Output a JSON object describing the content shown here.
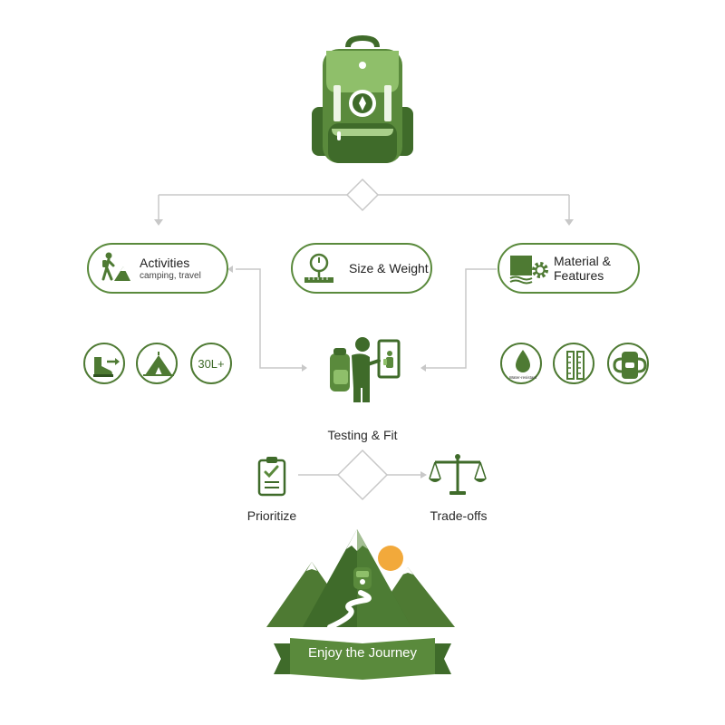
{
  "colors": {
    "primary_green": "#5a8a3c",
    "dark_green": "#3f6b2a",
    "light_green": "#8fbf6a",
    "connector_gray": "#c8c8c8",
    "sun_orange": "#f2a93b"
  },
  "categories": {
    "activities": {
      "title": "Activities",
      "subtitle": "camping, travel",
      "icon": "hiker-icon"
    },
    "size_weight": {
      "title": "Size & Weight",
      "icon": "scale-ruler-icon"
    },
    "material": {
      "title_line1": "Material &",
      "title_line2": "Features",
      "icon": "fabric-gear-icon"
    }
  },
  "activity_icons": [
    {
      "icon": "hiking-boot-icon"
    },
    {
      "icon": "tent-icon"
    },
    {
      "icon": "capacity-badge",
      "label": "30L+"
    }
  ],
  "material_icons": [
    {
      "icon": "water-drop-icon",
      "label": "Water-resistant"
    },
    {
      "icon": "ruler-icon"
    },
    {
      "icon": "buckle-icon"
    }
  ],
  "center": {
    "label": "Testing & Fit",
    "icon": "hiker-mirror-icon"
  },
  "decision": {
    "left_label": "Prioritize",
    "left_icon": "clipboard-check-icon",
    "right_label": "Trade-offs",
    "right_icon": "balance-scale-icon"
  },
  "banner": {
    "text": "Enjoy the Journey"
  }
}
